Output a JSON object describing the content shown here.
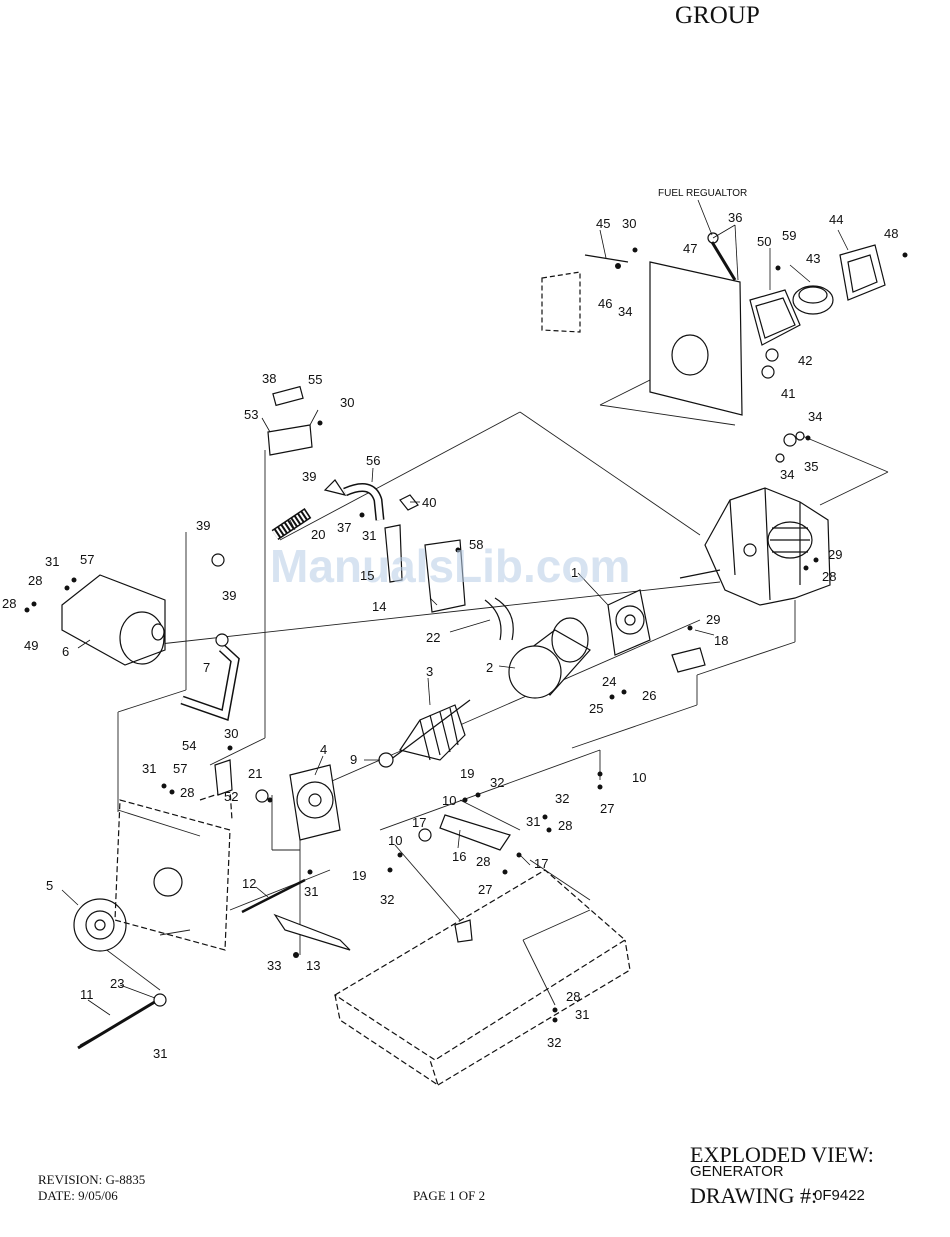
{
  "header": {
    "group_title": "GROUP"
  },
  "footer": {
    "revision": "REVISION:  G-8835",
    "date": "DATE:  9/05/06",
    "page": "PAGE 1 OF 2",
    "exploded_view": "EXPLODED VIEW:",
    "subtitle": "GENERATOR",
    "drawing_label": "DRAWING #:",
    "drawing_number": "0F9422"
  },
  "watermark": "ManualsLib.com",
  "annotations": {
    "fuel_regulator": "FUEL REGUALTOR"
  },
  "part_callouts": [
    "45",
    "30",
    "36",
    "47",
    "50",
    "59",
    "44",
    "48",
    "43",
    "46",
    "34",
    "42",
    "41",
    "38",
    "55",
    "53",
    "30",
    "34",
    "35",
    "34",
    "56",
    "39",
    "40",
    "20",
    "37",
    "31",
    "39",
    "58",
    "15",
    "14",
    "31",
    "57",
    "28",
    "28",
    "49",
    "6",
    "39",
    "7",
    "29",
    "28",
    "1",
    "29",
    "18",
    "22",
    "2",
    "3",
    "24",
    "25",
    "26",
    "54",
    "30",
    "31",
    "57",
    "28",
    "9",
    "4",
    "21",
    "52",
    "19",
    "32",
    "10",
    "10",
    "27",
    "32",
    "31",
    "28",
    "17",
    "16",
    "17",
    "10",
    "28",
    "19",
    "27",
    "32",
    "12",
    "31",
    "5",
    "33",
    "13",
    "23",
    "28",
    "31",
    "11",
    "31",
    "32"
  ]
}
